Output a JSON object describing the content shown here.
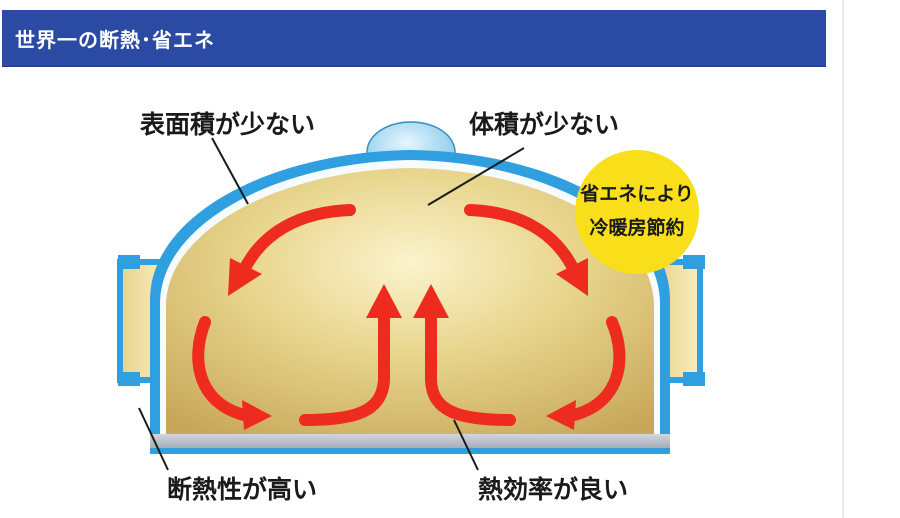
{
  "header": {
    "title": "世界一の断熱･省エネ"
  },
  "diagram": {
    "labels": {
      "surface_area": "表面積が少ない",
      "volume": "体積が少ない",
      "insulation": "断熱性が高い",
      "heat_efficiency": "熱効率が良い"
    },
    "badge": {
      "line1": "省エネにより",
      "line2": "冷暖房節約"
    },
    "colors": {
      "header": "#2b4aa3",
      "shell_blue": "#2f9fe0",
      "interior": "#d8c27a",
      "arrow_red": "#ee2b1f",
      "badge_yellow": "#f8df1a"
    }
  }
}
